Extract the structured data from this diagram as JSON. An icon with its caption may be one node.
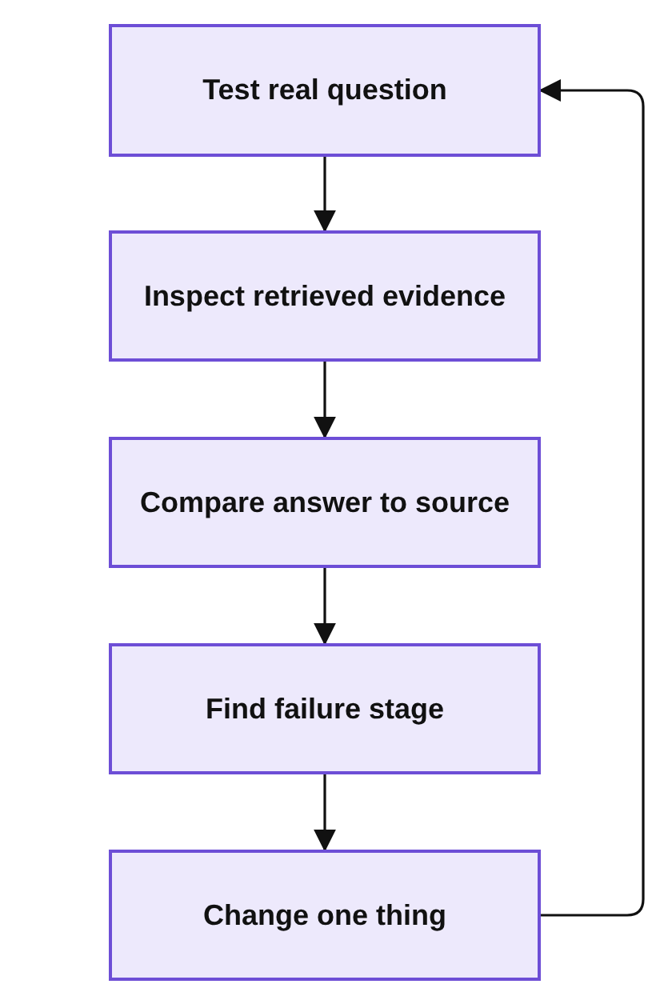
{
  "diagram": {
    "nodes": [
      {
        "text": [
          "Test real question"
        ]
      },
      {
        "text": [
          "Inspect retrieved evidence"
        ]
      },
      {
        "text": [
          "Compare answer to source"
        ]
      },
      {
        "text": [
          "Find failure stage"
        ]
      },
      {
        "text": [
          "Change one thing"
        ]
      }
    ],
    "edges": [
      {
        "from": 0,
        "to": 1,
        "arrow": "to"
      },
      {
        "from": 1,
        "to": 2,
        "arrow": "to"
      },
      {
        "from": 2,
        "to": 3,
        "arrow": "to"
      },
      {
        "from": 3,
        "to": 4,
        "arrow": "to"
      },
      {
        "from": 4,
        "to": 0,
        "arrow": "to"
      }
    ]
  }
}
